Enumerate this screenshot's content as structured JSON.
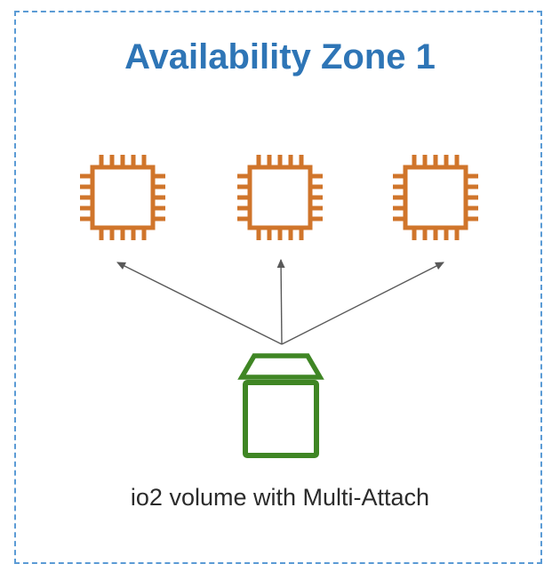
{
  "diagram": {
    "title": "Availability Zone 1",
    "caption": "io2 volume with Multi-Attach",
    "zone": {
      "name": "Availability Zone 1",
      "border_style": "dashed",
      "border_color": "#5B9BD5"
    },
    "nodes": [
      {
        "id": "instance-1",
        "type": "ec2-instance",
        "icon": "chip-icon",
        "color": "#D0752B"
      },
      {
        "id": "instance-2",
        "type": "ec2-instance",
        "icon": "chip-icon",
        "color": "#D0752B"
      },
      {
        "id": "instance-3",
        "type": "ec2-instance",
        "icon": "chip-icon",
        "color": "#D0752B"
      },
      {
        "id": "volume-1",
        "type": "ebs-volume",
        "icon": "volume-icon",
        "color": "#3F8624",
        "label": "io2 volume with Multi-Attach"
      }
    ],
    "edges": [
      {
        "from": "volume-1",
        "to": "instance-1",
        "style": "arrow"
      },
      {
        "from": "volume-1",
        "to": "instance-2",
        "style": "arrow"
      },
      {
        "from": "volume-1",
        "to": "instance-3",
        "style": "arrow"
      }
    ],
    "colors": {
      "title": "#2E75B6",
      "border": "#5B9BD5",
      "instance": "#D0752B",
      "volume": "#3F8624",
      "arrow": "#595959",
      "caption": "#2b2b2b"
    }
  }
}
